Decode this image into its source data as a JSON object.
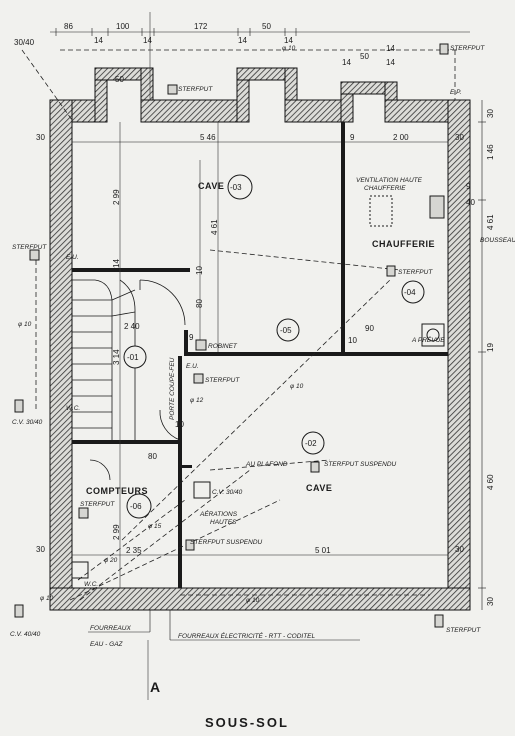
{
  "title": "SOUS-SOL",
  "section_mark": "A",
  "rooms": {
    "cave_03": {
      "name": "CAVE",
      "code": "-03"
    },
    "chaufferie": {
      "name": "CHAUFFERIE",
      "code": "-04"
    },
    "room_05": {
      "code": "-05"
    },
    "room_01": {
      "code": "-01"
    },
    "cave_02": {
      "name": "CAVE",
      "code": "-02"
    },
    "compteurs": {
      "name": "COMPTEURS",
      "code": "-06"
    }
  },
  "notes": {
    "sterfput": "STERFPUT",
    "sterfput_suspendu": "STERFPUT SUSPENDU",
    "ventilation": "VENTILATION HAUTE",
    "chaufferie_small": "CHAUFFERIE",
    "bousseau": "BOUSSEAU",
    "eu": "E.U.",
    "ep": "E.P.",
    "wc": "W.C.",
    "prevue": "A PRÉVUE",
    "robinet": "ROBINET",
    "cv_30_40": "C.V. 30/40",
    "cv_40_40": "C.V. 40/40",
    "au_plafond": "AU PLAFOND",
    "aerations": "AÉRATIONS",
    "hautes": "HAUTES",
    "fourreaux_eau": "FOURREAUX",
    "eau_gaz": "EAU - GAZ",
    "fourreaux_elec": "FOURREAUX ÉLECTRICITÉ - RTT - CODITEL",
    "porte": "PORTE COUPE-FEU",
    "phi10": "φ 10",
    "phi12": "φ 12",
    "phi15": "φ 15",
    "phi20": "φ 20"
  },
  "dimensions": {
    "top": [
      "86",
      "14",
      "100",
      "14",
      "172",
      "14",
      "14",
      "50",
      "14",
      "14",
      "50",
      "14"
    ],
    "top_left": "30/40",
    "cave_width": "5 46",
    "wall_9": "9",
    "chauf_width": "2 00",
    "h_299": "2 99",
    "h_461": "4 61",
    "h_14": "14",
    "h_10": "10",
    "h_80": "80",
    "w_240": "2 40",
    "h_314": "3 14",
    "w_90": "90",
    "h_299b": "2 99",
    "w_235": "2 35",
    "w_501": "5 01",
    "right_30": "30",
    "right_146": "1 46",
    "right_9": "9",
    "right_40": "40",
    "right_461": "4 61",
    "right_19": "19",
    "right_460": "4 60",
    "left_30": "30",
    "wall_50": "50",
    "wall_40": "40"
  },
  "colors": {
    "ink": "#1a1a1a",
    "paper": "#f1f1ee",
    "hatch": "#3a3a3a"
  }
}
